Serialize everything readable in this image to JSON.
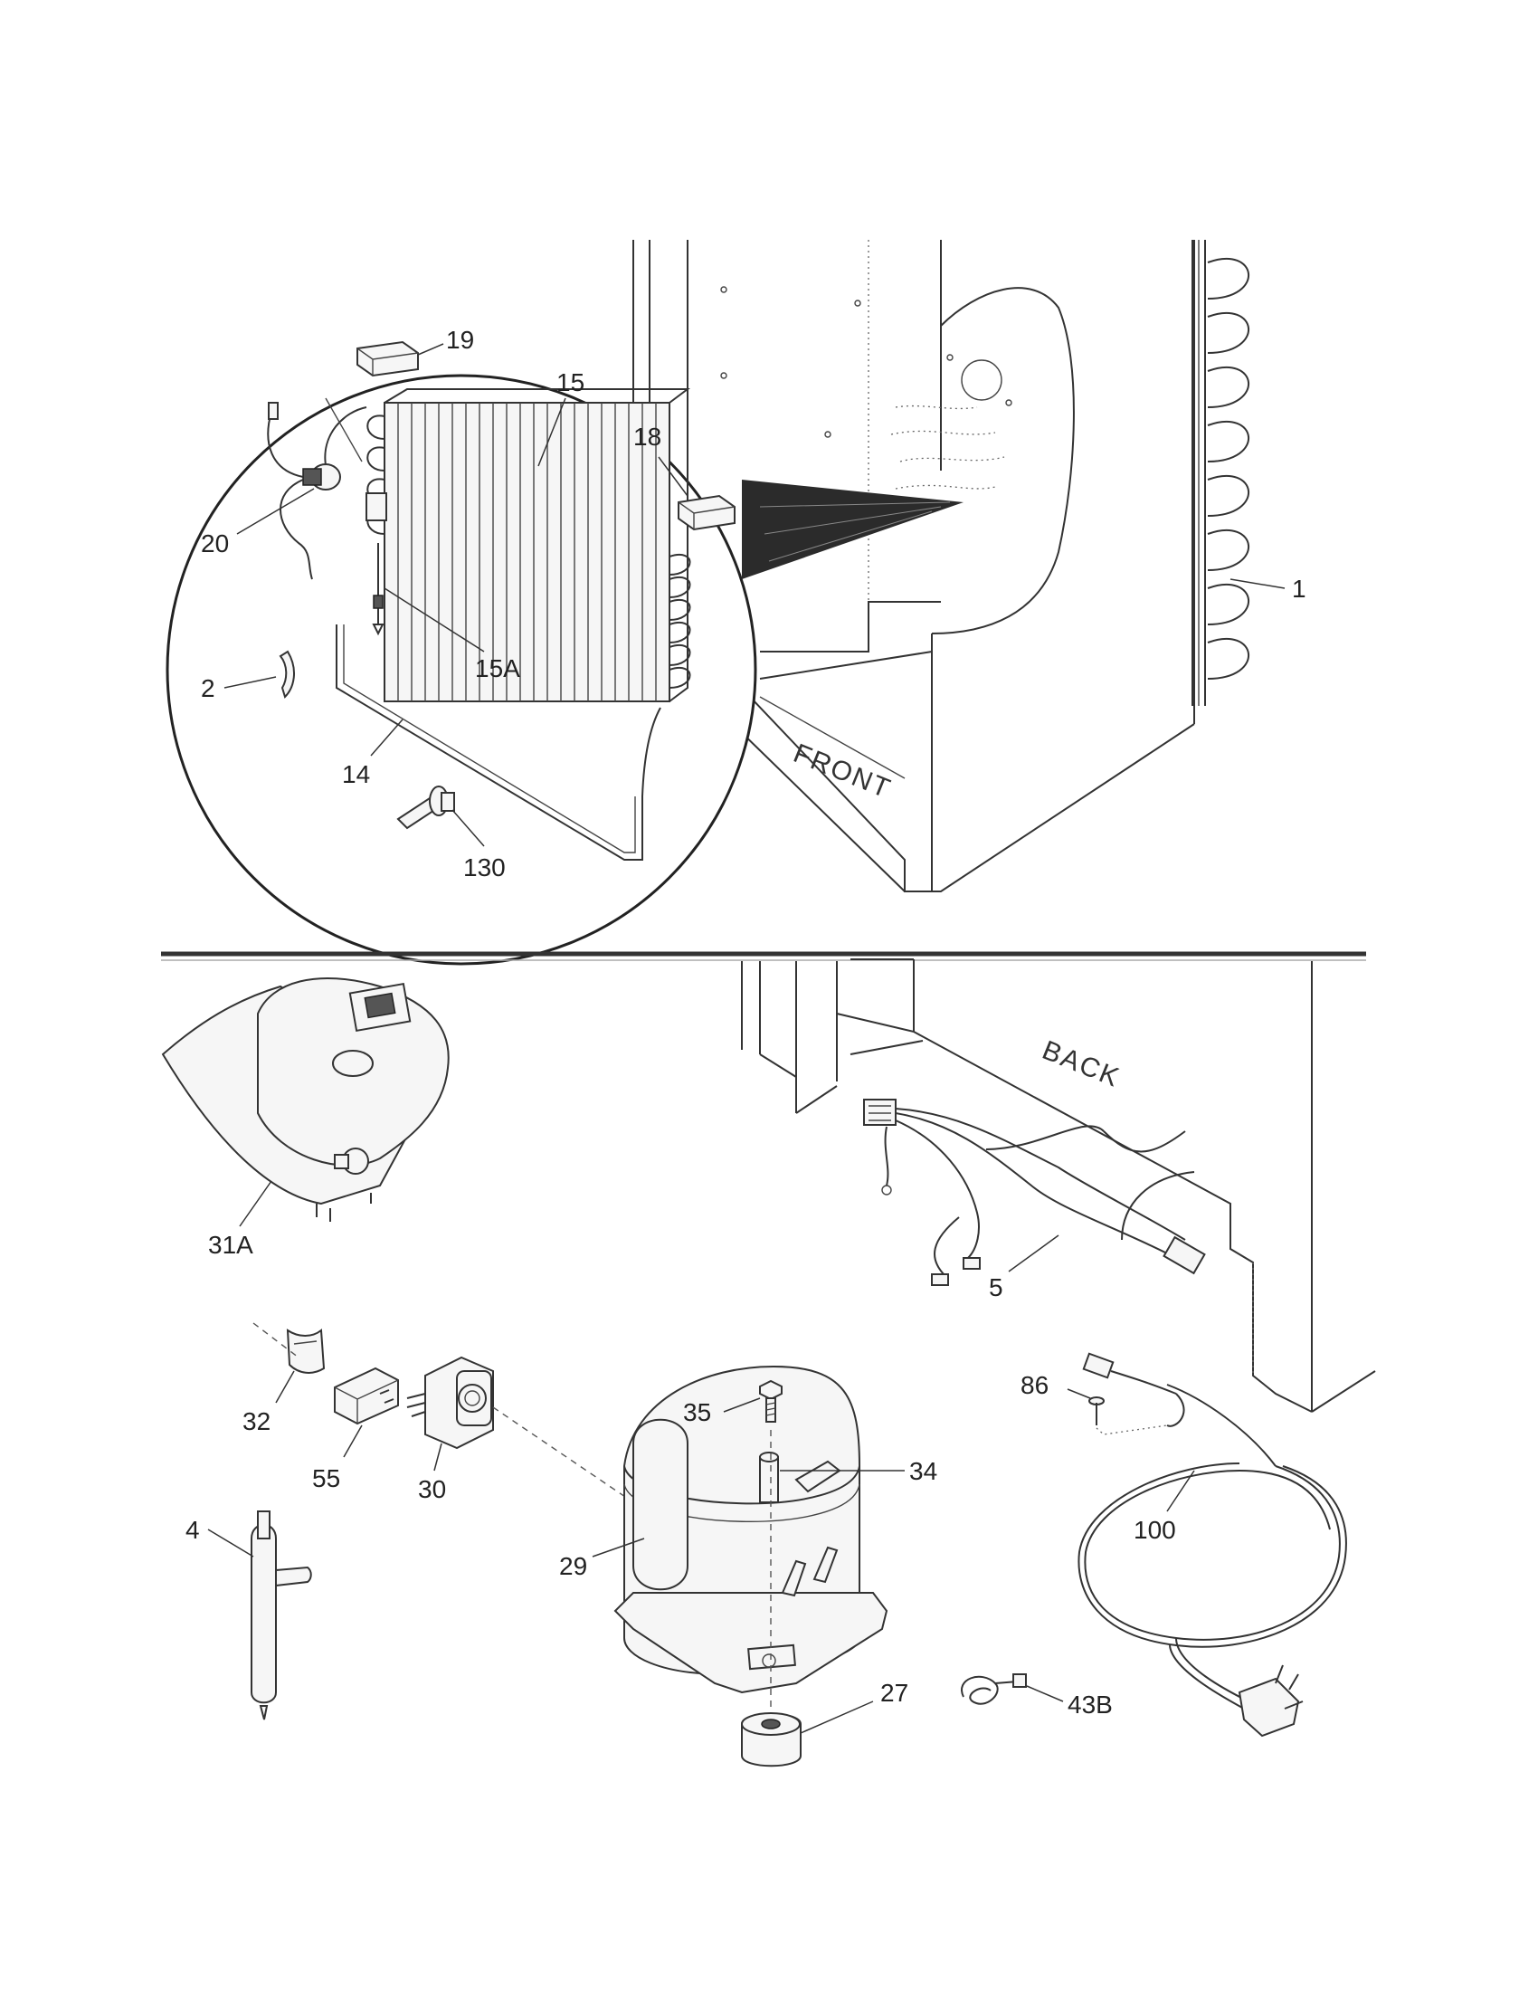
{
  "callouts": {
    "c1": "1",
    "c19": "19",
    "c15": "15",
    "c18": "18",
    "c20": "20",
    "c15A": "15A",
    "c2": "2",
    "c14": "14",
    "c130": "130",
    "c31A": "31A",
    "c5": "5",
    "c32": "32",
    "c55": "55",
    "c30": "30",
    "c35": "35",
    "c34": "34",
    "c86": "86",
    "c100": "100",
    "c4": "4",
    "c29": "29",
    "c27": "27",
    "c43B": "43B"
  },
  "orientation": {
    "front": "FRONT",
    "back": "BACK"
  }
}
